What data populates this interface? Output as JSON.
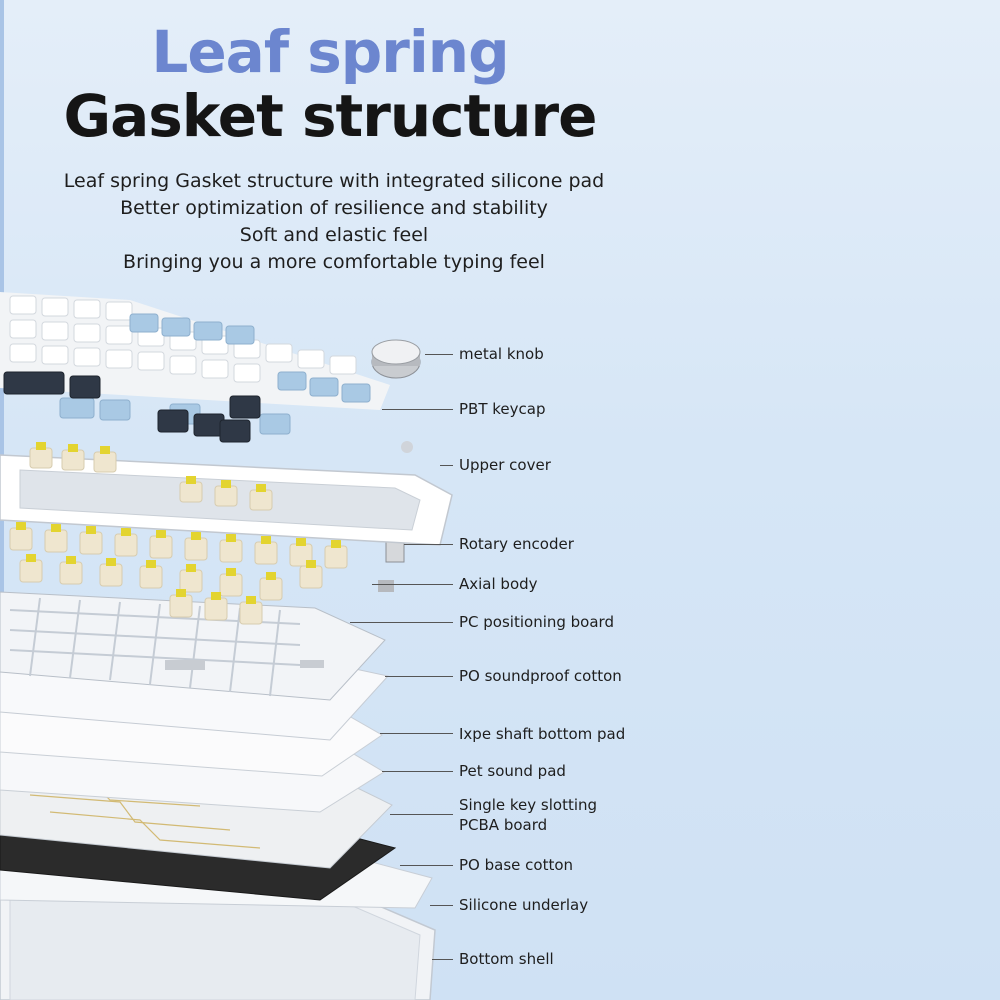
{
  "header": {
    "title_line1": "Leaf spring",
    "title_line2": "Gasket structure",
    "description": [
      "Leaf spring Gasket structure with integrated silicone pad",
      "Better optimization of resilience and stability",
      "Soft and elastic feel",
      "Bringing you a more comfortable typing feel"
    ]
  },
  "colors": {
    "title_accent": "#6c86cf",
    "title_dark": "#151515",
    "keycap_blue": "#a9c9e4",
    "keycap_navy": "#2f3846",
    "switch_yellow": "#e3d430",
    "pcb_black": "#2b2b2b"
  },
  "labels": {
    "metal_knob": "metal knob",
    "pbt_keycap": "PBT keycap",
    "upper_cover": "Upper cover",
    "rotary_encoder": "Rotary encoder",
    "axial_body": "Axial body",
    "pc_positioning_board": "PC positioning board",
    "po_soundproof_cotton": "PO soundproof cotton",
    "ixpe_pad": "Ixpe shaft bottom pad",
    "pet_pad": "Pet sound pad",
    "pcba_line1": "Single key slotting",
    "pcba_line2": "PCBA board",
    "po_base_cotton": "PO base cotton",
    "silicone_underlay": "Silicone underlay",
    "bottom_shell": "Bottom shell"
  }
}
